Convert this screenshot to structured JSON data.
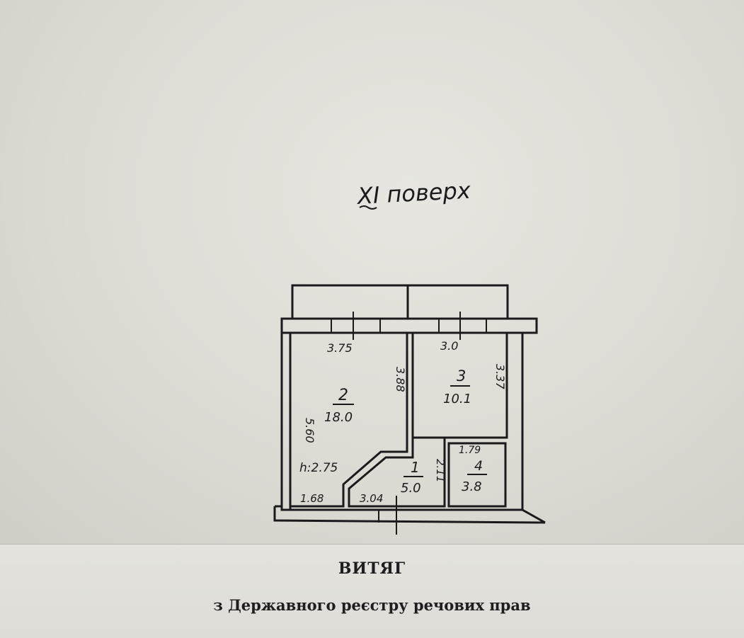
{
  "document": {
    "title": "ВИТЯГ",
    "subtitle": "з Державного реєстру речових прав"
  },
  "plan": {
    "floor_label": "XI поверх",
    "ceiling_height": "h:2.75",
    "rooms": [
      {
        "number": "2",
        "area": "18.0"
      },
      {
        "number": "3",
        "area": "10.1"
      },
      {
        "number": "1",
        "area": "5.0"
      },
      {
        "number": "4",
        "area": "3.8"
      }
    ],
    "dimensions": {
      "room2_width": "3.75",
      "room2_length": "5.60",
      "room2_inner": "3.88",
      "room3_width": "3.0",
      "room3_length": "3.37",
      "hall_height": "2.11",
      "hall_width": "3.04",
      "corner": "1.68",
      "room4_width": "1.79"
    }
  }
}
